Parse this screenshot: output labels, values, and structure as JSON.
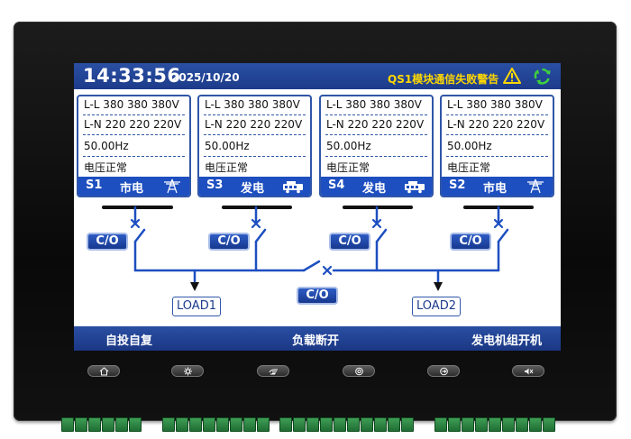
{
  "header": {
    "time": "14:33:56",
    "date": "2025/10/20",
    "alarm": "QS1模块通信失败警告"
  },
  "sources": [
    {
      "ll": "L-L  380  380  380V",
      "ln": "L-N  220  220  220V",
      "freq": "50.00Hz",
      "status": "电压正常",
      "id": "S1",
      "kind": "市电",
      "icon": "power-tower-icon"
    },
    {
      "ll": "L-L  380  380  380V",
      "ln": "L-N  220  220  220V",
      "freq": "50.00Hz",
      "status": "电压正常",
      "id": "S3",
      "kind": "发电",
      "icon": "generator-icon"
    },
    {
      "ll": "L-L  380  380  380V",
      "ln": "L-N  220  220  220V",
      "freq": "50.00Hz",
      "status": "电压正常",
      "id": "S4",
      "kind": "发电",
      "icon": "generator-icon"
    },
    {
      "ll": "L-L  380  380  380V",
      "ln": "L-N  220  220  220V",
      "freq": "50.00Hz",
      "status": "电压正常",
      "id": "S2",
      "kind": "市电",
      "icon": "power-tower-icon"
    }
  ],
  "switch_label": "C/O",
  "loads": [
    "LOAD1",
    "LOAD2"
  ],
  "footer": {
    "left": "自投自复",
    "center": "负载断开",
    "right": "发电机组开机"
  },
  "colors": {
    "header_blue": "#1d3b8a",
    "line_blue": "#1d4fc0",
    "alarm_yellow": "#ffd800"
  }
}
